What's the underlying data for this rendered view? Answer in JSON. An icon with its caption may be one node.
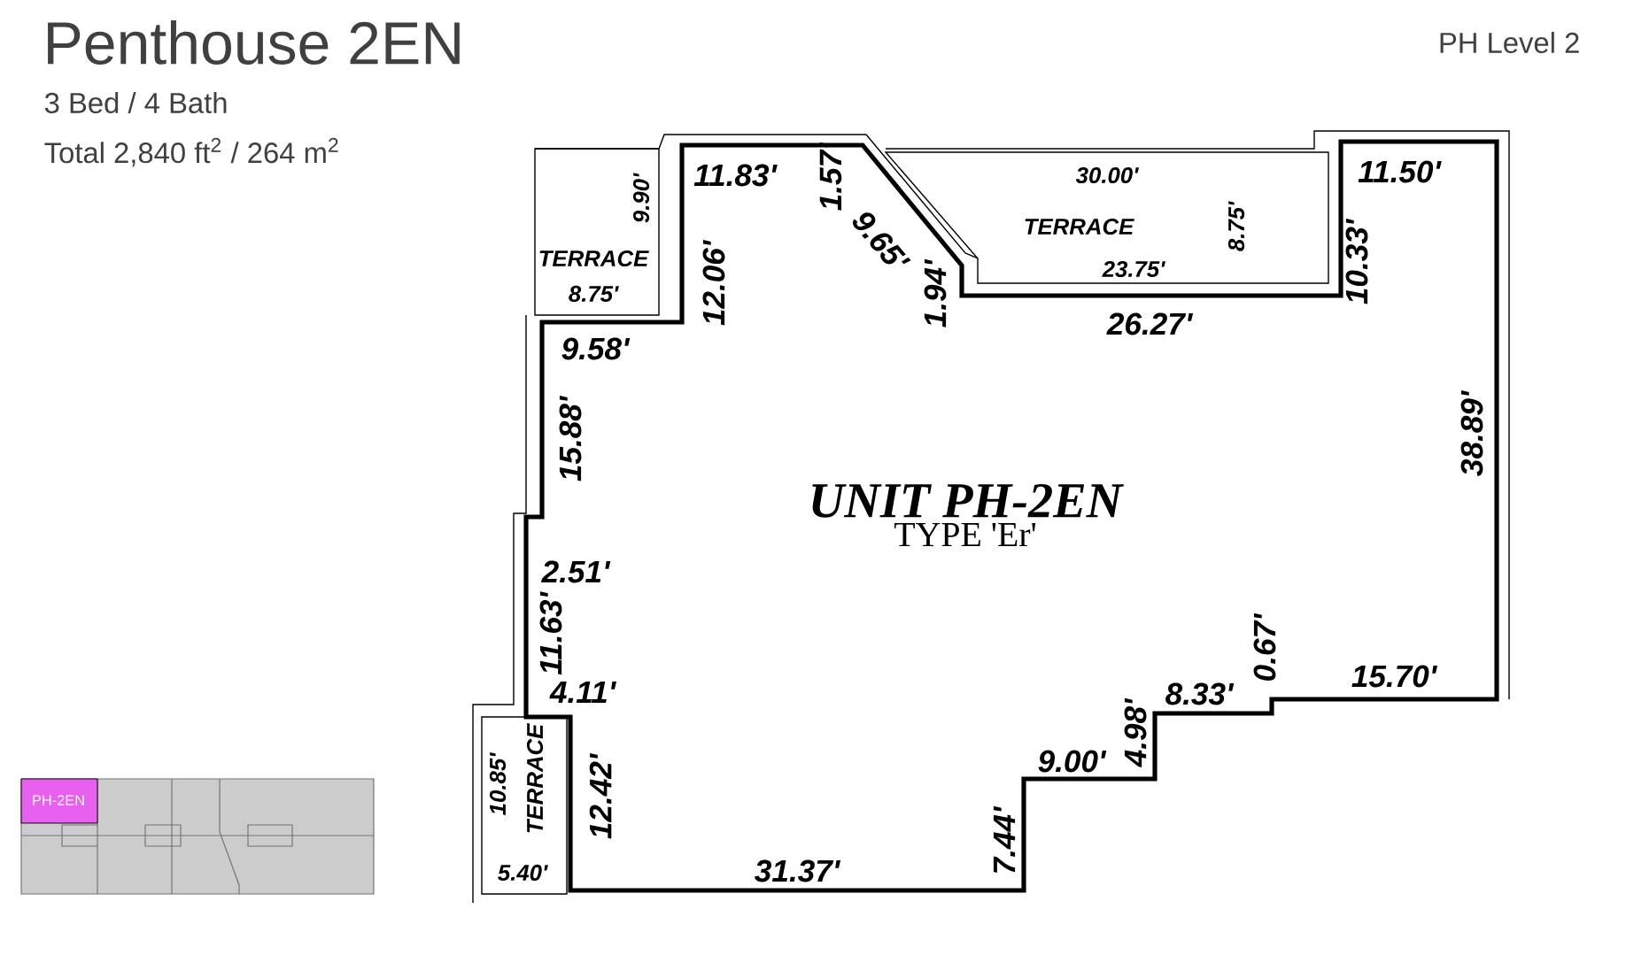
{
  "diagram": {
    "title": "Penthouse 2EN",
    "nodes": [
      {
        "text": [
          "UNIT PH-2EN",
          "TYPE 'Er'"
        ]
      },
      {
        "text": [
          "TERRACE"
        ]
      },
      {
        "text": [
          "TERRACE"
        ]
      },
      {
        "text": [
          "TERRACE"
        ]
      },
      {
        "text": [
          "PH-2EN"
        ]
      }
    ],
    "labels": [
      "3 Bed / 4 Bath",
      "Total 2,840 ft$^{2}$ / 264 m$^{2}$",
      "PH Level 2",
      "11.83'",
      "9.90'",
      "8.75'",
      "1.57'",
      "12.06'",
      "9.65'",
      "1.94'",
      "9.58'",
      "30.00'",
      "11.50'",
      "8.75'",
      "23.75'",
      "10.33'",
      "26.27'",
      "15.88'",
      "38.89'",
      "2.51'",
      "11.63'",
      "4.11'",
      "0.67'",
      "8.33'",
      "15.70'",
      "4.98'",
      "9.00'",
      "10.85'",
      "12.42'",
      "7.44'",
      "5.40'",
      "31.37'"
    ]
  }
}
